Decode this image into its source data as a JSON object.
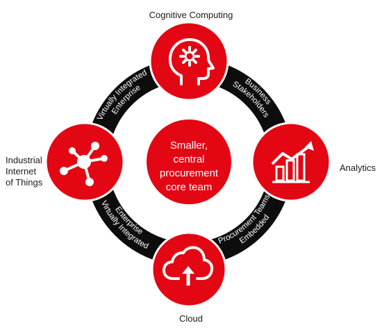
{
  "colors": {
    "accent": "#e30613",
    "ring": "#0d0d0d",
    "label_text": "#1a1a1a",
    "icon_white": "#ffffff"
  },
  "center": {
    "lines": [
      "Smaller,",
      "central",
      "procurement",
      "core team"
    ]
  },
  "nodes": {
    "top": {
      "label": "Cognitive Computing",
      "icon": "head-gear-icon"
    },
    "right": {
      "label": "Analytics",
      "icon": "bar-chart-trend-icon"
    },
    "bottom": {
      "label": "Cloud",
      "icon": "cloud-upload-icon"
    },
    "left": {
      "label_lines": [
        "Industrial",
        "Internet",
        "of Things"
      ],
      "icon": "network-hub-icon"
    }
  },
  "ring_labels": {
    "upper_left": [
      "Virtually Integrated",
      "Enterprise"
    ],
    "upper_right": [
      "Business",
      "Stakeholders"
    ],
    "lower_right": [
      "Embedded",
      "Procurement Teams"
    ],
    "lower_left": [
      "Virtually Integrated",
      "Enterprise"
    ]
  }
}
